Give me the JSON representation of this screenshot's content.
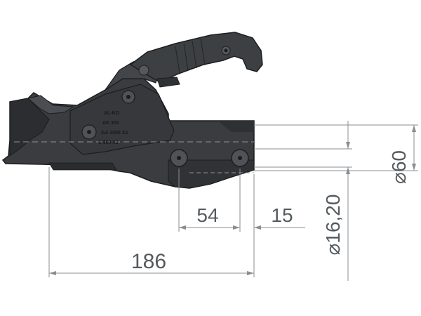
{
  "part": {
    "markings": [
      "AL-KO",
      "AK 351",
      "GA 3500 X2",
      "S 350 X2"
    ]
  },
  "dimensions": {
    "overall_length": "186",
    "hole_spacing": "54",
    "rear_offset": "15",
    "bolt_diameter": "⌀16,20",
    "tube_diameter": "⌀60"
  }
}
